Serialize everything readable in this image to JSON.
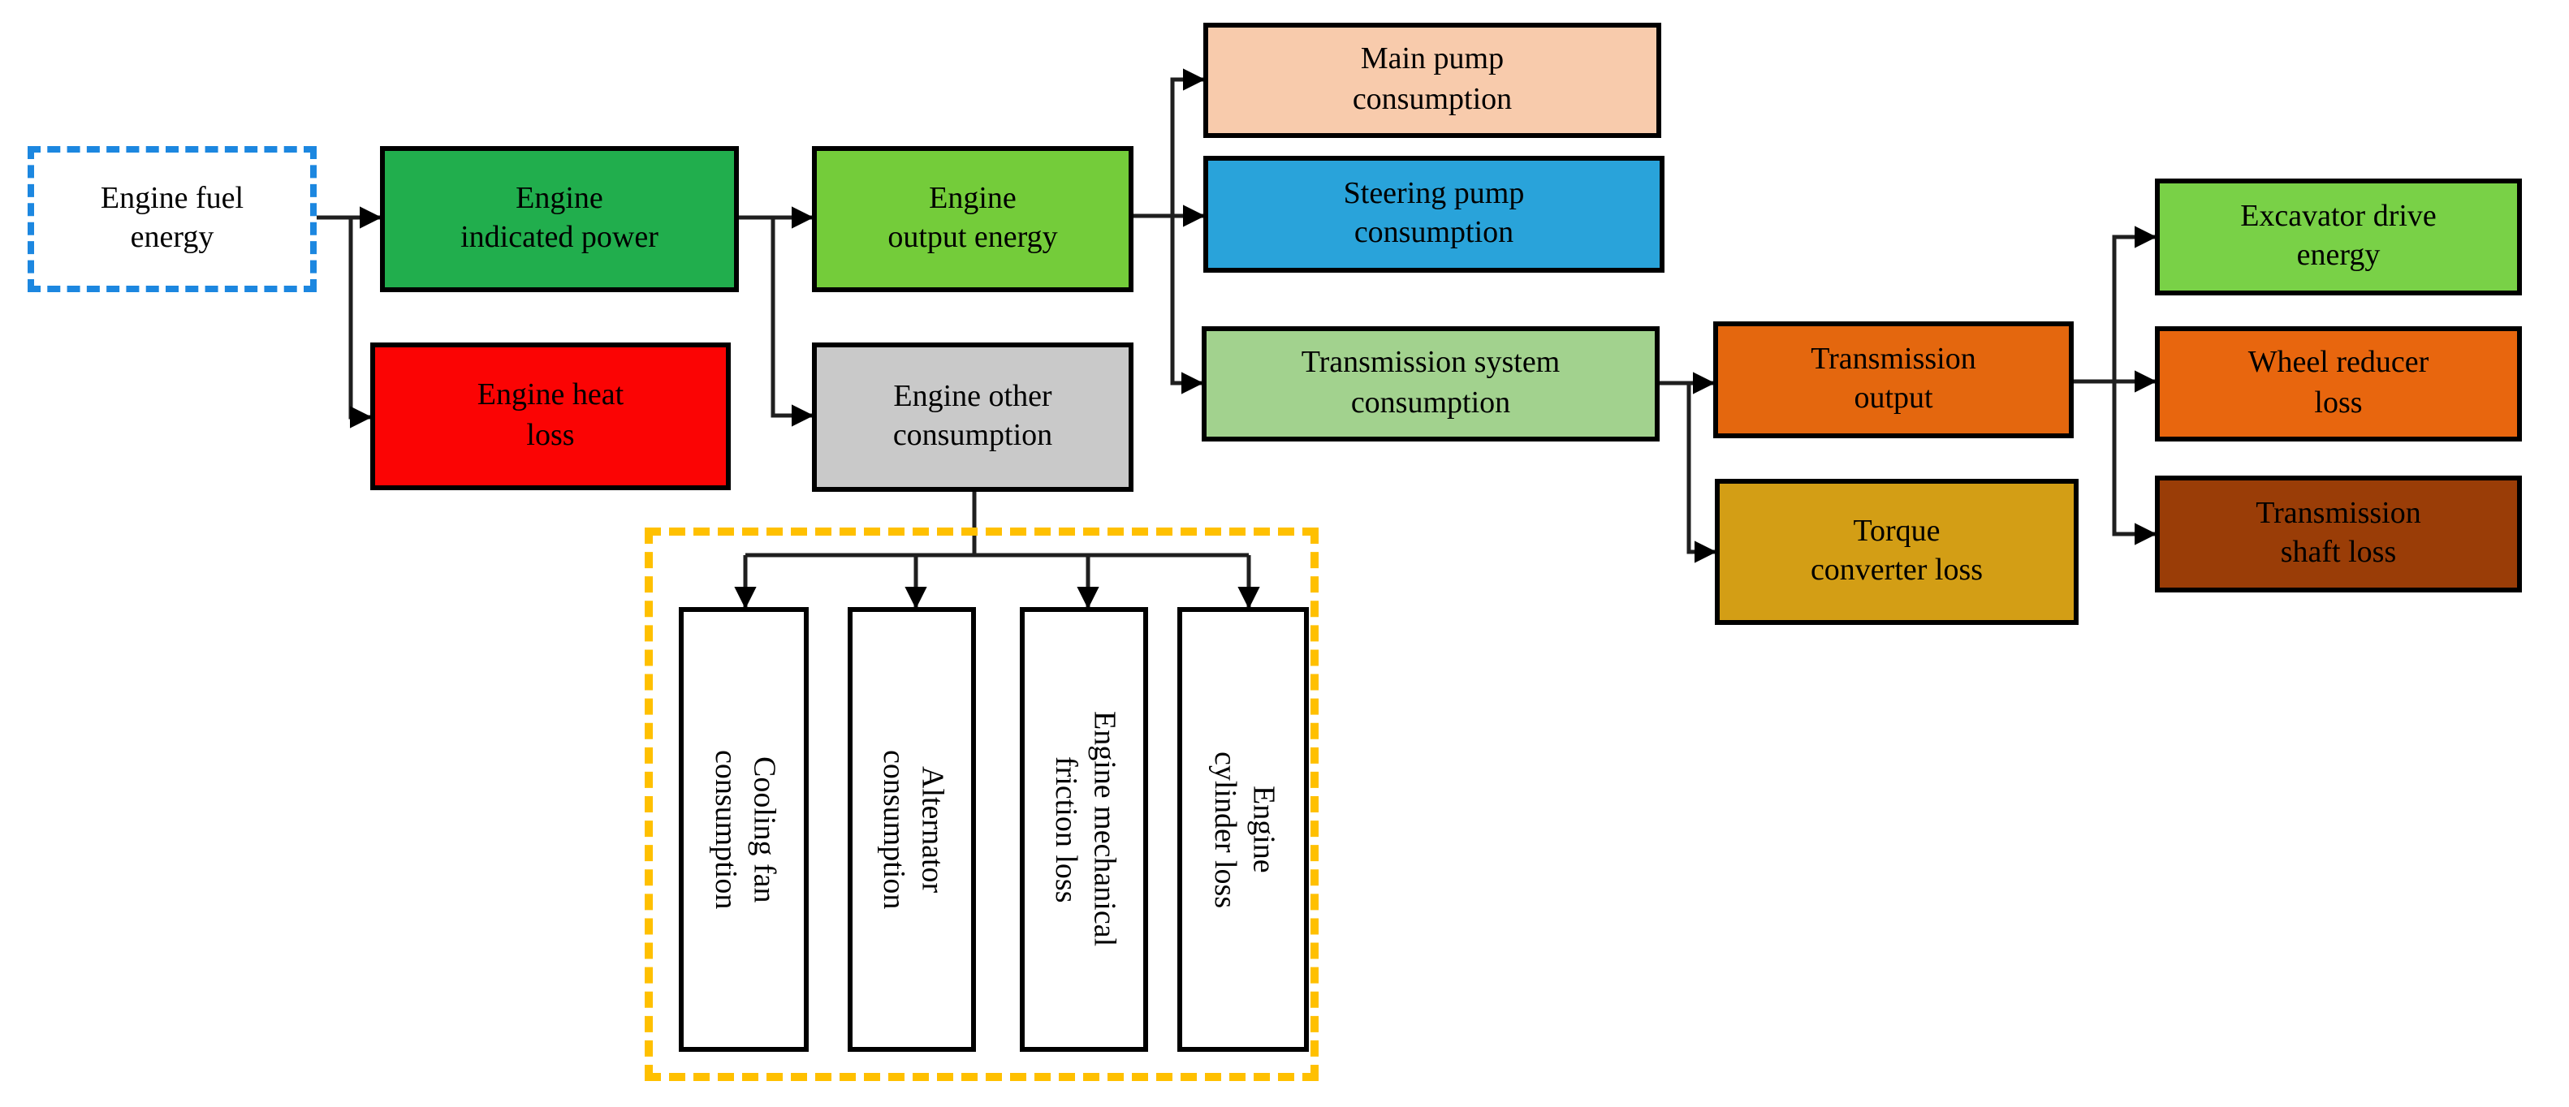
{
  "diagram": {
    "type": "flowchart",
    "subject": "Engine fuel energy flow breakdown",
    "colors": {
      "fuel_border_blue": "#1c87e0",
      "breakdown_border_gold": "#ffc000",
      "connector": "#1f1f1f",
      "arrowhead": "#000000",
      "box_border": "#000000",
      "text": "#000000"
    },
    "nodes": {
      "engine_fuel_energy": {
        "label": "Engine fuel\nenergy",
        "fill": "#ffffff",
        "border": "#1c87e0"
      },
      "engine_indicated_power": {
        "label": "Engine\nindicated power",
        "fill": "#21ae4d",
        "border": "#000000"
      },
      "engine_heat_loss": {
        "label": "Engine heat\nloss",
        "fill": "#fb0404",
        "border": "#000000"
      },
      "engine_output_energy": {
        "label": "Engine\noutput energy",
        "fill": "#74cc3a",
        "border": "#000000"
      },
      "engine_other_consumption": {
        "label": "Engine other\nconsumption",
        "fill": "#c9c9c9",
        "border": "#000000"
      },
      "main_pump_consumption": {
        "label": "Main pump\nconsumption",
        "fill": "#f8cbac",
        "border": "#000000"
      },
      "steering_pump_consumption": {
        "label": "Steering pump\nconsumption",
        "fill": "#29a3da",
        "border": "#000000"
      },
      "transmission_system_consumption": {
        "label": "Transmission system\nconsumption",
        "fill": "#a2d28e",
        "border": "#000000"
      },
      "transmission_output": {
        "label": "Transmission\noutput",
        "fill": "#e4670e",
        "border": "#000000"
      },
      "torque_converter_loss": {
        "label": "Torque\nconverter loss",
        "fill": "#d39e15",
        "border": "#000000"
      },
      "excavator_drive_energy": {
        "label": "Excavator drive\nenergy",
        "fill": "#79d147",
        "border": "#000000"
      },
      "wheel_reducer_loss": {
        "label": "Wheel reducer\nloss",
        "fill": "#e8660e",
        "border": "#000000"
      },
      "transmission_shaft_loss": {
        "label": "Transmission\nshaft loss",
        "fill": "#9a3d07",
        "border": "#000000"
      },
      "cooling_fan_consumption": {
        "label": "Cooling fan\nconsumption",
        "fill": "#ffffff",
        "border": "#000000"
      },
      "alternator_consumption": {
        "label": "Alternator\nconsumption",
        "fill": "#ffffff",
        "border": "#000000"
      },
      "engine_mechanical_friction_loss": {
        "label": "Engine mechanical\nfriction loss",
        "fill": "#ffffff",
        "border": "#000000"
      },
      "engine_cylinder_loss": {
        "label": "Engine\ncylinder loss",
        "fill": "#ffffff",
        "border": "#000000"
      }
    },
    "edges": [
      {
        "from": "engine_fuel_energy",
        "to": "engine_indicated_power"
      },
      {
        "from": "engine_fuel_energy",
        "to": "engine_heat_loss"
      },
      {
        "from": "engine_indicated_power",
        "to": "engine_output_energy"
      },
      {
        "from": "engine_indicated_power",
        "to": "engine_other_consumption"
      },
      {
        "from": "engine_output_energy",
        "to": "main_pump_consumption"
      },
      {
        "from": "engine_output_energy",
        "to": "steering_pump_consumption"
      },
      {
        "from": "engine_output_energy",
        "to": "transmission_system_consumption"
      },
      {
        "from": "transmission_system_consumption",
        "to": "transmission_output"
      },
      {
        "from": "transmission_system_consumption",
        "to": "torque_converter_loss"
      },
      {
        "from": "transmission_output",
        "to": "excavator_drive_energy"
      },
      {
        "from": "transmission_output",
        "to": "wheel_reducer_loss"
      },
      {
        "from": "transmission_output",
        "to": "transmission_shaft_loss"
      },
      {
        "from": "engine_other_consumption",
        "to": "cooling_fan_consumption"
      },
      {
        "from": "engine_other_consumption",
        "to": "alternator_consumption"
      },
      {
        "from": "engine_other_consumption",
        "to": "engine_mechanical_friction_loss"
      },
      {
        "from": "engine_other_consumption",
        "to": "engine_cylinder_loss"
      }
    ]
  }
}
